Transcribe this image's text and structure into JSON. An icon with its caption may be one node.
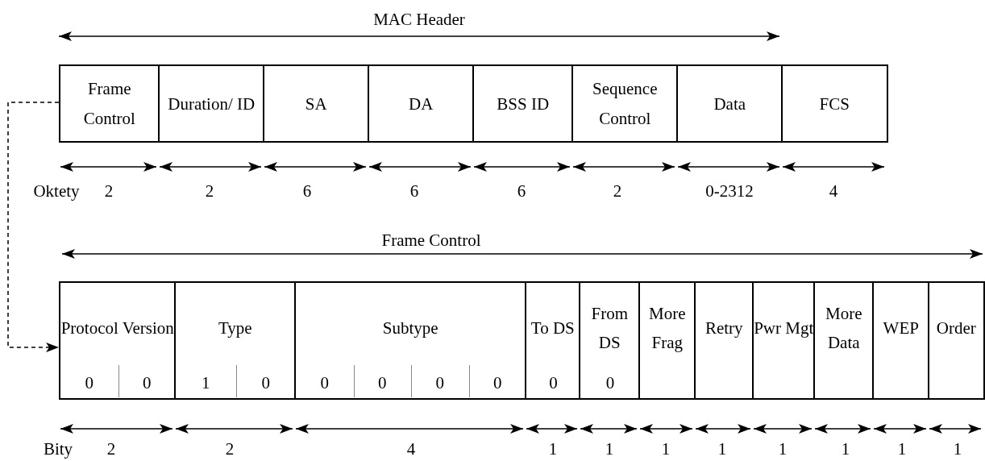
{
  "diagram": {
    "nodes": [
      {
        "text": [
          "Frame Control"
        ]
      },
      {
        "text": [
          "Duration/ ID"
        ]
      },
      {
        "text": [
          "SA"
        ]
      },
      {
        "text": [
          "DA"
        ]
      },
      {
        "text": [
          "BSS  ID"
        ]
      },
      {
        "text": [
          "Sequence Control"
        ]
      },
      {
        "text": [
          "Data"
        ]
      },
      {
        "text": [
          "FCS"
        ]
      },
      {
        "text": [
          "Protocol Version",
          "0",
          "0"
        ]
      },
      {
        "text": [
          "Type",
          "1",
          "0"
        ]
      },
      {
        "text": [
          "Subtype",
          "0",
          "0",
          "0",
          "0"
        ]
      },
      {
        "text": [
          "To DS",
          "0"
        ]
      },
      {
        "text": [
          "From DS",
          "0"
        ]
      },
      {
        "text": [
          "More Frag"
        ]
      },
      {
        "text": [
          "Retry"
        ]
      },
      {
        "text": [
          "Pwr Mgt"
        ]
      },
      {
        "text": [
          "More Data"
        ]
      },
      {
        "text": [
          "WEP"
        ]
      },
      {
        "text": [
          "Order"
        ]
      }
    ],
    "edges": [
      {
        "from": 0,
        "to": 8,
        "arrow": "to",
        "style": "dashed"
      }
    ],
    "labels": [
      "MAC Header",
      "Oktety",
      "2",
      "2",
      "6",
      "6",
      "6",
      "2",
      "0-2312",
      "4",
      "Frame Control",
      "Bity",
      "2",
      "2",
      "4",
      "1",
      "1",
      "1",
      "1",
      "1",
      "1",
      "1",
      "1"
    ]
  }
}
